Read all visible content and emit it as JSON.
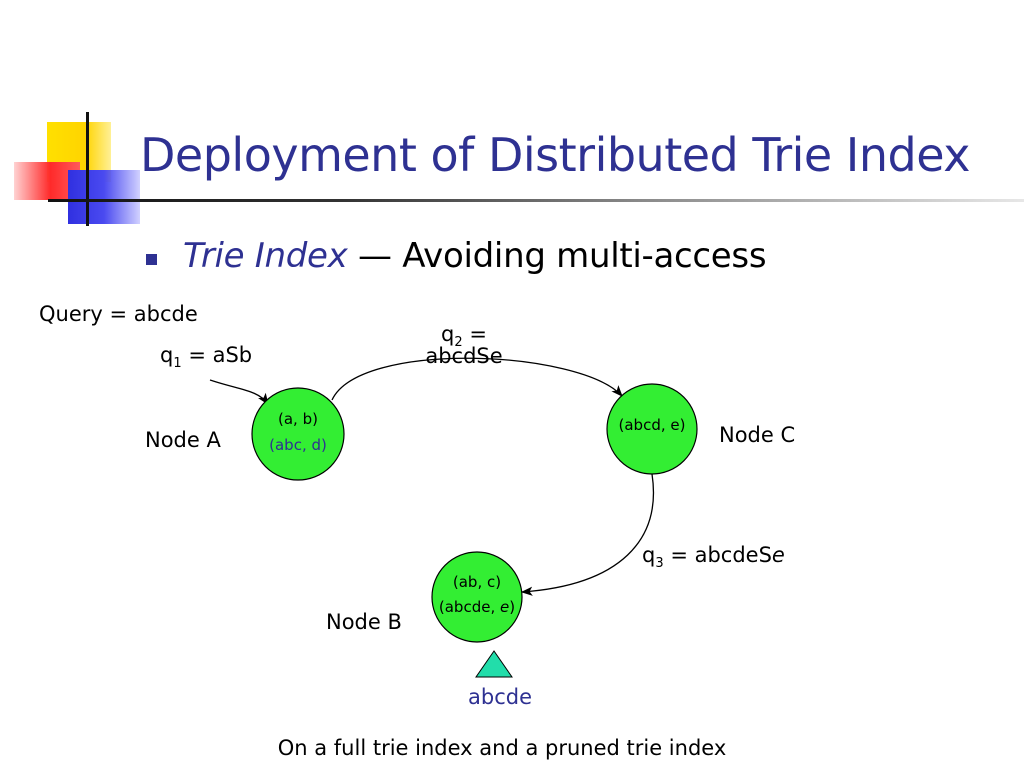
{
  "slide": {
    "title": "Deployment of Distributed Trie Index",
    "bullet": {
      "italic": "Trie Index",
      "dash": "—",
      "rest": "Avoiding multi-access"
    },
    "query_label": "Query = abcde",
    "caption": "On a full trie index and a pruned trie index"
  },
  "queries": {
    "q1": {
      "base": "q",
      "sub": "1",
      "rest": "= aSb"
    },
    "q2": {
      "base": "q",
      "sub": "2",
      "eq": "=",
      "line2": "abcdSe"
    },
    "q3": {
      "base": "q",
      "sub": "3",
      "rest": "= abcdeS",
      "tail_italic": "e"
    }
  },
  "nodes": {
    "a": {
      "label": "Node A",
      "line1": "(a, b)",
      "line2": "(abc, d)"
    },
    "b": {
      "label": "Node B",
      "line1": "(ab, c)",
      "line2_prefix": "(abcde, ",
      "line2_italic": "e",
      "line2_suffix": ")"
    },
    "c": {
      "label": "Node C",
      "line1": "(abcd, e)"
    }
  },
  "target": {
    "label": "abcde"
  },
  "colors": {
    "title": "#2e3192",
    "node_fill": "#33ee33",
    "triangle": "#22ddaa",
    "accent_blue": "#2e3192"
  }
}
